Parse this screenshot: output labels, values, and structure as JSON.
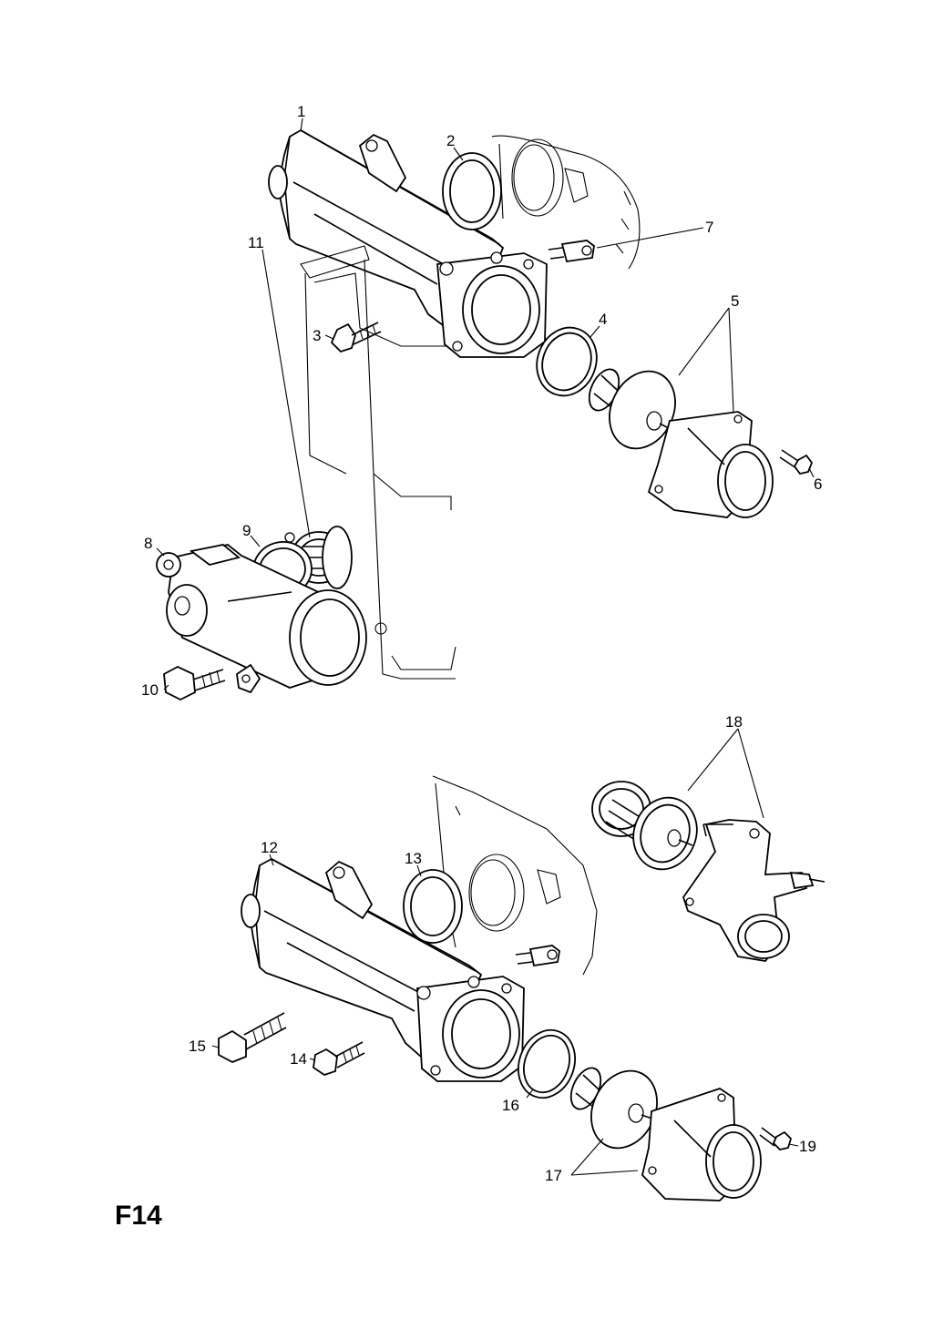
{
  "page_code": "F14",
  "part_labels": [
    "1",
    "2",
    "3",
    "4",
    "5",
    "6",
    "7",
    "8",
    "9",
    "10",
    "11",
    "12",
    "13",
    "14",
    "15",
    "16",
    "17",
    "18",
    "19"
  ]
}
